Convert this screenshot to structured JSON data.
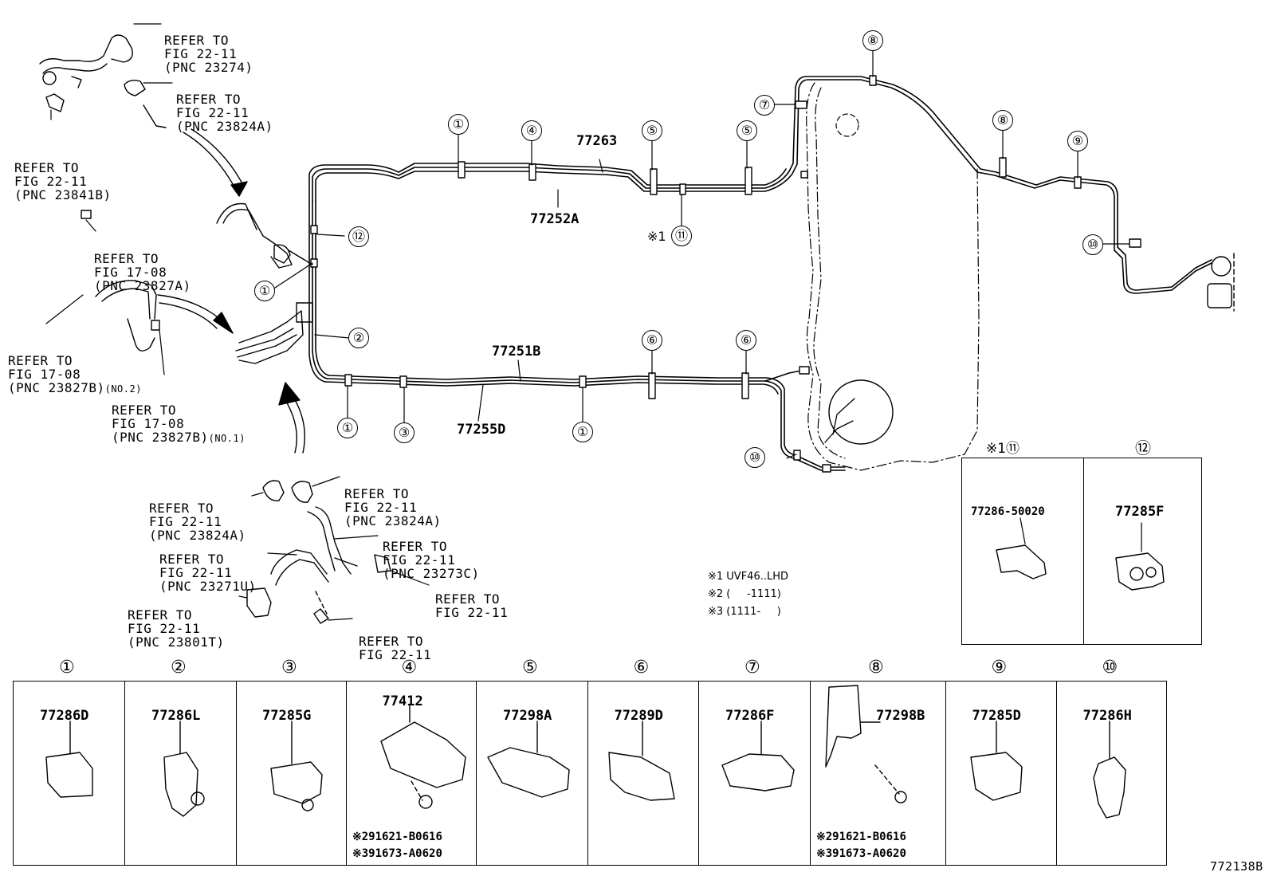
{
  "refs": {
    "r1": [
      "REFER TO",
      "FIG 22-11",
      "(PNC 23274)"
    ],
    "r2": [
      "REFER TO",
      "FIG 22-11",
      "(PNC 23824A)"
    ],
    "r3": [
      "REFER TO",
      "FIG 22-11",
      "(PNC 23841B)"
    ],
    "r4": [
      "REFER TO",
      "FIG 17-08",
      "(PNC 23827A)"
    ],
    "r5": [
      "REFER TO",
      "FIG 17-08",
      "(PNC 23827B)"
    ],
    "r5_suffix": "(NO.2)",
    "r6": [
      "REFER TO",
      "FIG 17-08",
      "(PNC 23827B)"
    ],
    "r6_suffix": "(NO.1)",
    "r7": [
      "REFER TO",
      "FIG 22-11",
      "(PNC 23824A)"
    ],
    "r8": [
      "REFER TO",
      "FIG 22-11",
      "(PNC 23824A)"
    ],
    "r9": [
      "REFER TO",
      "FIG 22-11",
      "(PNC 23273C)"
    ],
    "r10": [
      "REFER TO",
      "FIG 22-11",
      "(PNC 23271U)"
    ],
    "r11": [
      "REFER TO",
      "FIG 22-11"
    ],
    "r12": [
      "REFER TO",
      "FIG 22-11",
      "(PNC 23801T)"
    ],
    "r13": [
      "REFER TO",
      "FIG 22-11"
    ]
  },
  "tubes": {
    "t1": "77263",
    "t2": "77252A",
    "t3": "77251B",
    "t4": "77255D"
  },
  "markers": {
    "one": "①",
    "two": "②",
    "three": "③",
    "four": "④",
    "five": "⑤",
    "six": "⑥",
    "seven": "⑦",
    "eight": "⑧",
    "nine": "⑨",
    "ten": "⑩",
    "eleven": "⑪",
    "twelve": "⑫",
    "note_ref": "※1"
  },
  "notes": [
    "※1 UVF46..LHD",
    "※2 (     -1111)",
    "※3 (1111-     )"
  ],
  "inset": {
    "c11_header": "※1⑪",
    "c11_part": "77286-50020",
    "c12_header": "⑫",
    "c12_part": "77285F"
  },
  "parts_table": [
    {
      "idx": "①",
      "part": "77286D"
    },
    {
      "idx": "②",
      "part": "77286L"
    },
    {
      "idx": "③",
      "part": "77285G"
    },
    {
      "idx": "④",
      "part": "77412",
      "extra": [
        "※291621-B0616",
        "※391673-A0620"
      ]
    },
    {
      "idx": "⑤",
      "part": "77298A"
    },
    {
      "idx": "⑥",
      "part": "77289D"
    },
    {
      "idx": "⑦",
      "part": "77286F"
    },
    {
      "idx": "⑧",
      "part": "77298B",
      "extra": [
        "※291621-B0616",
        "※391673-A0620"
      ]
    },
    {
      "idx": "⑨",
      "part": "77285D"
    },
    {
      "idx": "⑩",
      "part": "77286H"
    }
  ],
  "figure_code": "772138B"
}
